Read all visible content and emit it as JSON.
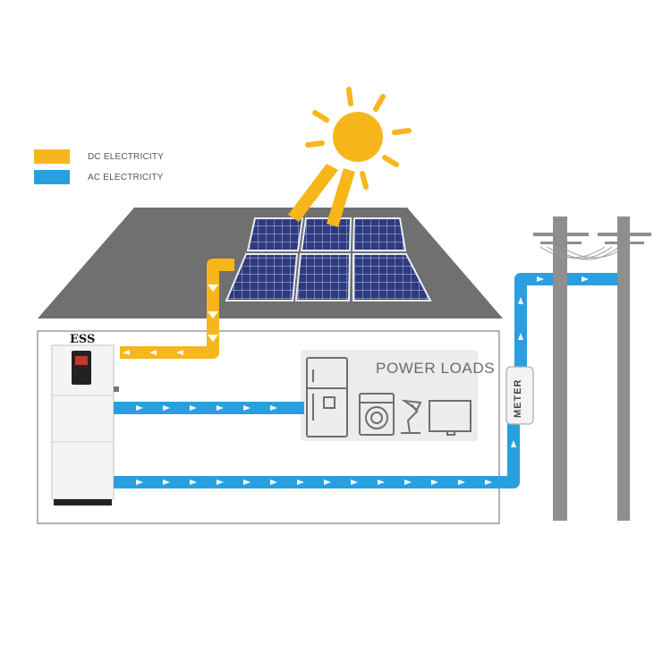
{
  "legend": [
    {
      "label": "DC ELECTRICITY",
      "color": "#f7b61c"
    },
    {
      "label": "AC ELECTRICITY",
      "color": "#2a9fe0"
    }
  ],
  "ess": {
    "label": "ESS"
  },
  "loads": {
    "title": "POWER LOADS",
    "icons": [
      "refrigerator-icon",
      "washing-machine-icon",
      "desk-lamp-icon",
      "monitor-icon"
    ]
  },
  "meter": {
    "label": "METER"
  },
  "colors": {
    "dc": "#f7b61c",
    "ac": "#2a9fe0",
    "roof": "#707070",
    "panel": "#2d3a7e",
    "pole": "#8e8e8e"
  }
}
